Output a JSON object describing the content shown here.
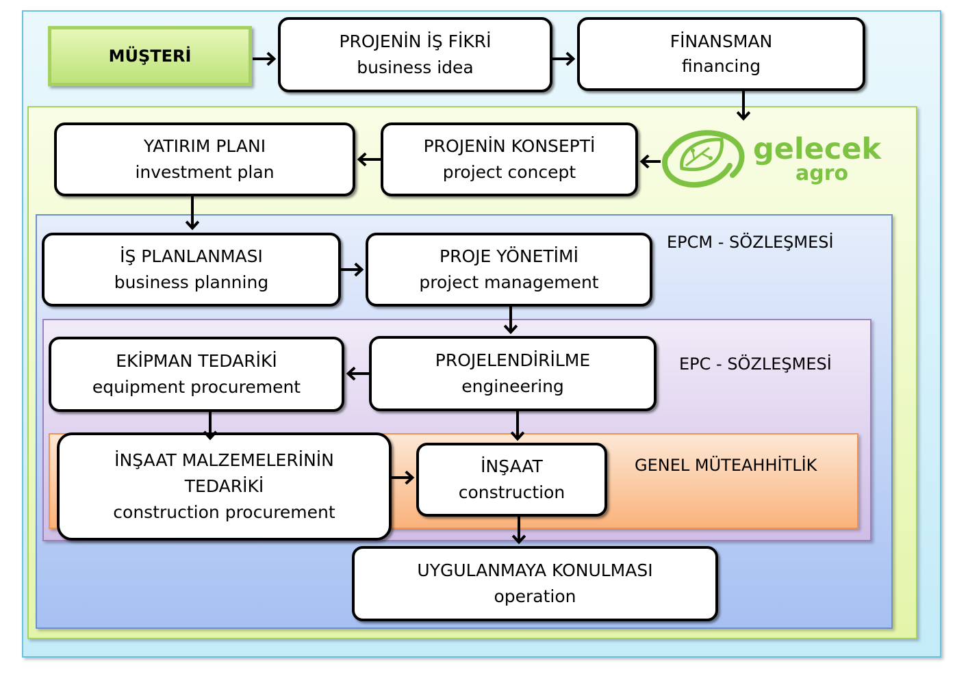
{
  "customer": {
    "label": "MÜŞTERİ"
  },
  "sections": {
    "epcm": "EPCM - SÖZLEŞMESİ",
    "epc": "EPC - SÖZLEŞMESİ",
    "general": "GENEL MÜTEAHHİTLİK"
  },
  "steps": {
    "business_idea": {
      "tr": "PROJENİN İŞ FİKRİ",
      "en": "business idea"
    },
    "financing": {
      "tr": "FİNANSMAN",
      "en": "financing"
    },
    "project_concept": {
      "tr": "PROJENİN KONSEPTİ",
      "en": "project concept"
    },
    "investment_plan": {
      "tr": "YATIRIM PLANI",
      "en": "investment plan"
    },
    "business_planning": {
      "tr": "İŞ PLANLANMASI",
      "en": "business planning"
    },
    "project_management": {
      "tr": "PROJE YÖNETİMİ",
      "en": "project management"
    },
    "engineering": {
      "tr": "PROJELENDİRİLME",
      "en": "engineering"
    },
    "equipment_procurement": {
      "tr": "EKİPMAN TEDARİKİ",
      "en": "equipment procurement"
    },
    "construction_procurement": {
      "tr1": "İNŞAAT MALZEMELERİNİN",
      "tr2": "TEDARİKİ",
      "en": "construction procurement"
    },
    "construction": {
      "tr": "İNŞAAT",
      "en": "construction"
    },
    "operation": {
      "tr": "UYGULANMAYA KONULMASI",
      "en": "operation"
    }
  },
  "logo": {
    "name": "gelecek",
    "sub": "agro",
    "color": "#7dc242",
    "icon": "leaf-circuit-icon"
  }
}
